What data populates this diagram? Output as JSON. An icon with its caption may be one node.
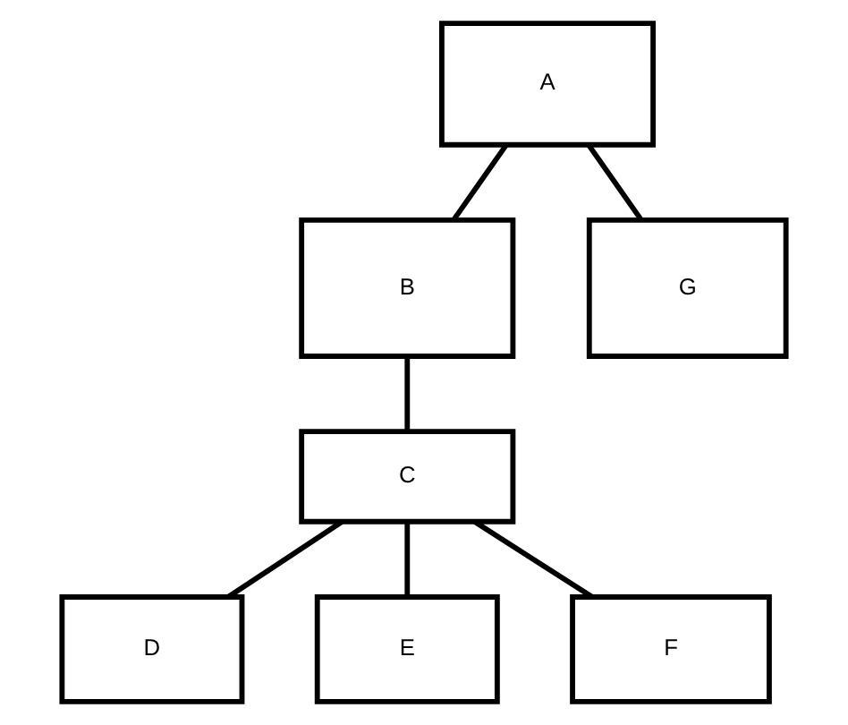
{
  "diagram": {
    "nodes": [
      {
        "text": [
          "A"
        ]
      },
      {
        "text": [
          "B"
        ]
      },
      {
        "text": [
          "G"
        ]
      },
      {
        "text": [
          "C"
        ]
      },
      {
        "text": [
          "D"
        ]
      },
      {
        "text": [
          "E"
        ]
      },
      {
        "text": [
          "F"
        ]
      }
    ],
    "edges": [
      {
        "from": 0,
        "to": 1,
        "arrow": "none"
      },
      {
        "from": 0,
        "to": 2,
        "arrow": "none"
      },
      {
        "from": 1,
        "to": 3,
        "arrow": "none"
      },
      {
        "from": 3,
        "to": 4,
        "arrow": "none"
      },
      {
        "from": 3,
        "to": 5,
        "arrow": "none"
      },
      {
        "from": 3,
        "to": 6,
        "arrow": "none"
      }
    ]
  }
}
